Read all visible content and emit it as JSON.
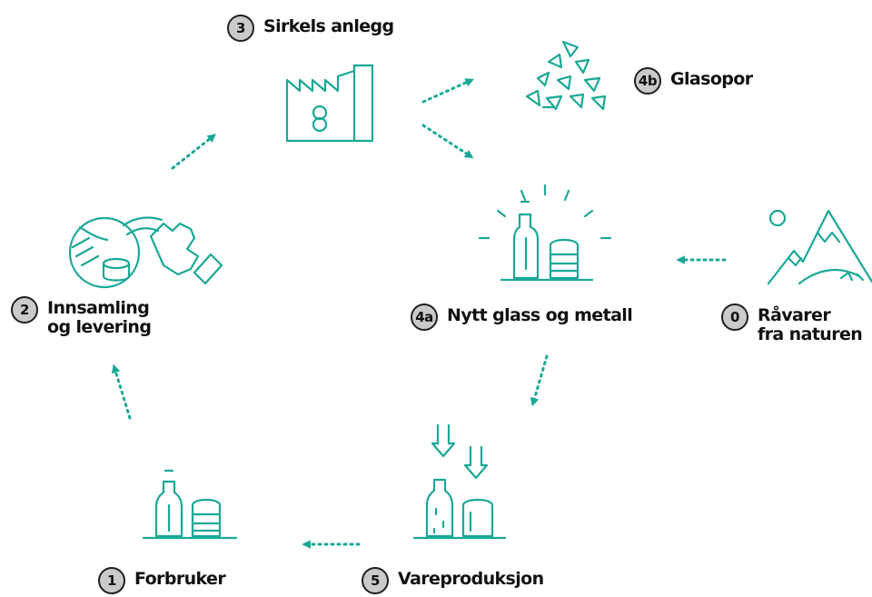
{
  "colors": {
    "accent": "#1aa896",
    "badge": "#c9cbcb",
    "text": "#111111"
  },
  "steps": {
    "s3": {
      "number": "3",
      "title": "Sirkels anlegg",
      "icon": "factory-icon"
    },
    "s4b": {
      "number": "4b",
      "title": "Glasopor",
      "icon": "glass-fragments-icon"
    },
    "s2": {
      "number": "2",
      "title_line1": "Innsamling",
      "title_line2": "og levering",
      "icon": "collection-bin-hand-icon"
    },
    "s4a": {
      "number": "4a",
      "title": "Nytt glass og metall",
      "icon": "new-bottle-can-icon"
    },
    "s0": {
      "number": "0",
      "title_line1": "Råvarer",
      "title_line2": "fra naturen",
      "icon": "mountains-icon"
    },
    "s1": {
      "number": "1",
      "title": "Forbruker",
      "icon": "bottle-can-icon"
    },
    "s5": {
      "number": "5",
      "title": "Vareproduksjon",
      "icon": "production-bottle-can-icon"
    }
  }
}
